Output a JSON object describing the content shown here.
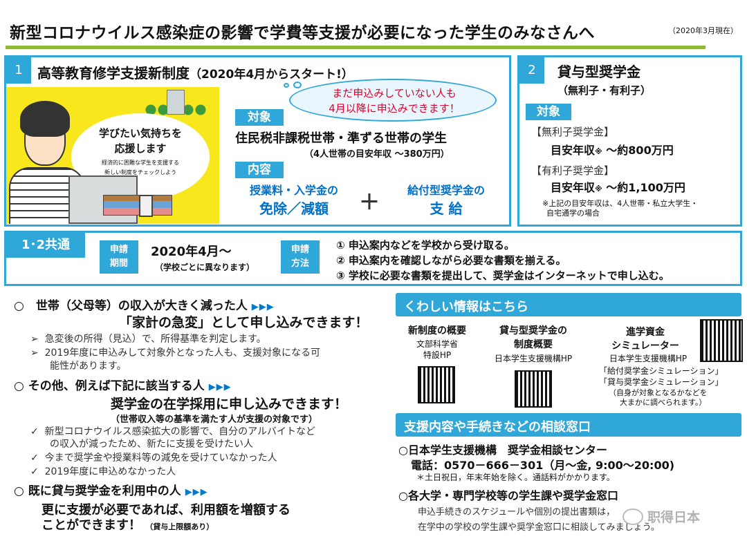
{
  "header": {
    "title": "新型コロナウイルス感染症の影響で学費等支援が必要になった学生のみなさんへ",
    "as_of": "（2020年3月現在）"
  },
  "section1": {
    "number": "1",
    "title": "高等教育修学支援新制度",
    "title_suffix": "（2020年4月からスタート!）",
    "cloud_line1": "まだ申込みしていない人も",
    "cloud_line2": "4月以降に申込みできます！",
    "illus_line1": "学びたい気持ちを",
    "illus_line2": "応援します",
    "illus_small1": "経済的に困難な学生を支援する",
    "illus_small2": "新しい制度をチェックしよう",
    "target_tag": "対象",
    "target_text": "住民税非課税世帯・準ずる世帯の学生",
    "target_note": "（4人世帯の目安年収 ～380万円）",
    "content_tag": "内容",
    "content_left1": "授業料・入学金の",
    "content_left2": "免除／減額",
    "plus": "＋",
    "content_right1": "給付型奨学金の",
    "content_right2": "支 給"
  },
  "section2": {
    "number": "2",
    "title": "貸与型奨学金",
    "subtitle": "（無利子・有利子）",
    "target_tag": "対象",
    "mu_label": "【無利子奨学金】",
    "mu_income_label": "目安年収",
    "mu_mark": "※",
    "mu_income": "～約800万円",
    "yu_label": "【有利子奨学金】",
    "yu_income_label": "目安年収",
    "yu_mark": "※",
    "yu_income": "～約1,100万円",
    "note1": "※上記の目安年収は、4人世帯・私立大学生・",
    "note2": "自宅通学の場合"
  },
  "common": {
    "label": "1･2共通",
    "period_tag1": "申請",
    "period_tag2": "期間",
    "period_value": "2020年4月～",
    "period_note": "（学校ごとに異なります）",
    "method_tag1": "申請",
    "method_tag2": "方法",
    "steps": [
      "① 申込案内などを学校から受け取る。",
      "② 申込案内を確認しながら必要な書類を揃える。",
      "③ 学校に必要な書類を提出して、奨学金はインターネットで申し込む。"
    ]
  },
  "left": {
    "p1_title": "○　世帯（父母等）の収入が大きく減った人",
    "arrows": "▶▶▶",
    "p1_sub": "「家計の急変」として申し込みできます！",
    "p1_b1": "急変後の所得（見込）で、所得基準を判定します。",
    "p1_b2a": "2019年度に申込みして対象外となった人も、支援対象になる可",
    "p1_b2b": "能性があります。",
    "p2_title": "○ その他、例えば下記に該当する人",
    "p2_sub": "奨学金の在学採用に申し込みできます！",
    "p2_note": "（世帯収入等の基準を満たす人が支援の対象です）",
    "p2_c1a": "新型コロナウイルス感染拡大の影響で、自分のアルバイトなど",
    "p2_c1b": "の収入が減ったため、新たに支援を受けたい人",
    "p2_c2": "今まで奨学金や授業料等の減免を受けていなかった人",
    "p2_c3": "2019年度に申込めなかった人",
    "p3_title": "○ 既に貸与奨学金を利用中の人",
    "p3_sub1": "更に支援が必要であれば、利用額を増額する",
    "p3_sub2": "ことができます！",
    "p3_note": "（貸与上限額あり）"
  },
  "info": {
    "header": "くわしい情報はこちら",
    "c1_title": "新制度の概要",
    "c1_org1": "文部科学省",
    "c1_org2": "特設HP",
    "c2_title1": "貸与型奨学金の",
    "c2_title2": "制度概要",
    "c2_org": "日本学生支援機構HP",
    "c3_title1": "進学資金",
    "c3_title2": "シミュレーター",
    "c3_org": "日本学生支援機構HP",
    "c3_sim1": "「給付奨学金シミュレーション」",
    "c3_sim2": "「貸与奨学金シミュレーション」",
    "c3_note1": "（自身が対象となるかなどを",
    "c3_note2": "大まかに調べられます。）"
  },
  "consult": {
    "header": "支援内容や手続きなどの相談窓口",
    "jasso": "○日本学生支援機構　奨学金相談センター",
    "phone": "電話：0570－666－301（月～金, 9:00～20:00)",
    "phone_note": "＊土日祝日，年末年始を除く。通話料がかかります。",
    "univ": "○各大学・専門学校等の学生課や奨学金窓口",
    "univ_l1": "申込手続きのスケジュールや個別の提出書類は，",
    "univ_l2": "在学中の学校の学生課や奨学金窓口に相談してみましょう。"
  },
  "watermark": "职得日本"
}
